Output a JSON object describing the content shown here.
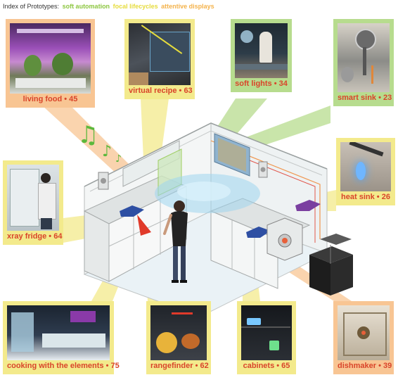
{
  "legend": {
    "lead": "Index of Prototypes:",
    "categories": [
      {
        "name": "soft automation",
        "color": "#8cc63f"
      },
      {
        "name": "focal lifecycles",
        "color": "#e6dc3c"
      },
      {
        "name": "attentive displays",
        "color": "#f4b24a"
      }
    ]
  },
  "colors": {
    "green_frame": "#b7dc8e",
    "yellow_frame": "#f3ea8c",
    "orange_frame": "#f8c593",
    "label_red": "#d9442a",
    "note_green": "#5cb83c"
  },
  "prototypes": [
    {
      "label": "living food • 45",
      "category": "attentive displays",
      "icon": "hydroponic-plants-photo"
    },
    {
      "label": "virtual recipe • 63",
      "category": "focal lifecycles",
      "icon": "projected-recipe-photo"
    },
    {
      "label": "soft lights • 34",
      "category": "soft automation",
      "icon": "soft-lights-photo"
    },
    {
      "label": "smart sink • 23",
      "category": "soft automation",
      "icon": "robotic-faucet-photo"
    },
    {
      "label": "heat sink • 26",
      "category": "focal lifecycles",
      "icon": "heat-sink-photo"
    },
    {
      "label": "xray fridge • 64",
      "category": "focal lifecycles",
      "icon": "xray-fridge-photo"
    },
    {
      "label": "cooking with the elements • 75",
      "category": "focal lifecycles",
      "icon": "cooking-elements-photo"
    },
    {
      "label": "rangefinder • 62",
      "category": "focal lifecycles",
      "icon": "rangefinder-photo"
    },
    {
      "label": "cabinets • 65",
      "category": "focal lifecycles",
      "icon": "cabinets-photo"
    },
    {
      "label": "dishmaker • 39",
      "category": "attentive displays",
      "icon": "dishmaker-photo"
    }
  ],
  "diagram": {
    "subject": "isometric kitchen with person",
    "music_notes": "music-notes-icon"
  }
}
